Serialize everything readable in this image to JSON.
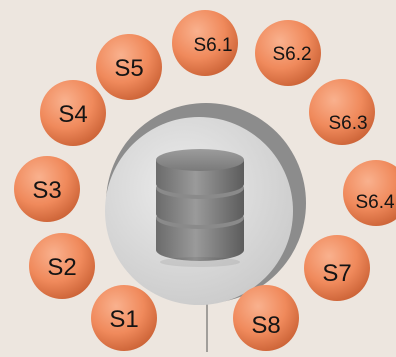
{
  "diagram": {
    "center_icon": "database-icon",
    "nodes": [
      {
        "id": "s1",
        "label": "S1"
      },
      {
        "id": "s2",
        "label": "S2"
      },
      {
        "id": "s3",
        "label": "S3"
      },
      {
        "id": "s4",
        "label": "S4"
      },
      {
        "id": "s5",
        "label": "S5"
      },
      {
        "id": "s6-1",
        "label": "S6.1"
      },
      {
        "id": "s6-2",
        "label": "S6.2"
      },
      {
        "id": "s6-3",
        "label": "S6.3"
      },
      {
        "id": "s6-4",
        "label": "S6.4"
      },
      {
        "id": "s7",
        "label": "S7"
      },
      {
        "id": "s8",
        "label": "S8"
      }
    ],
    "colors": {
      "background": "#ede6df",
      "node_fill": "#f08a5c",
      "node_highlight": "#f9b18e",
      "node_shadow": "#c85f33",
      "hub_ring": "#8c8c8c",
      "hub_fill": "#d8d8d8",
      "database": "#7d7d7d"
    }
  }
}
